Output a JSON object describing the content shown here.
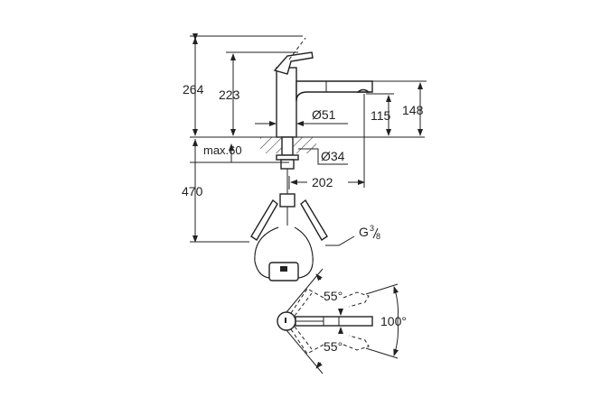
{
  "drawing": {
    "dimensions": {
      "total_height": "264",
      "handle_height": "223",
      "spout_height": "148",
      "outlet_height": "115",
      "body_diameter": "Ø51",
      "max_counter_thickness": "max.60",
      "hole_diameter": "Ø34",
      "hose_length": "470",
      "spout_reach": "202",
      "connection_thread": "G",
      "thread_num": "3",
      "thread_den": "8"
    },
    "plan_view": {
      "angle_upper": "55°",
      "angle_lower": "55°",
      "angle_total": "100°"
    }
  }
}
